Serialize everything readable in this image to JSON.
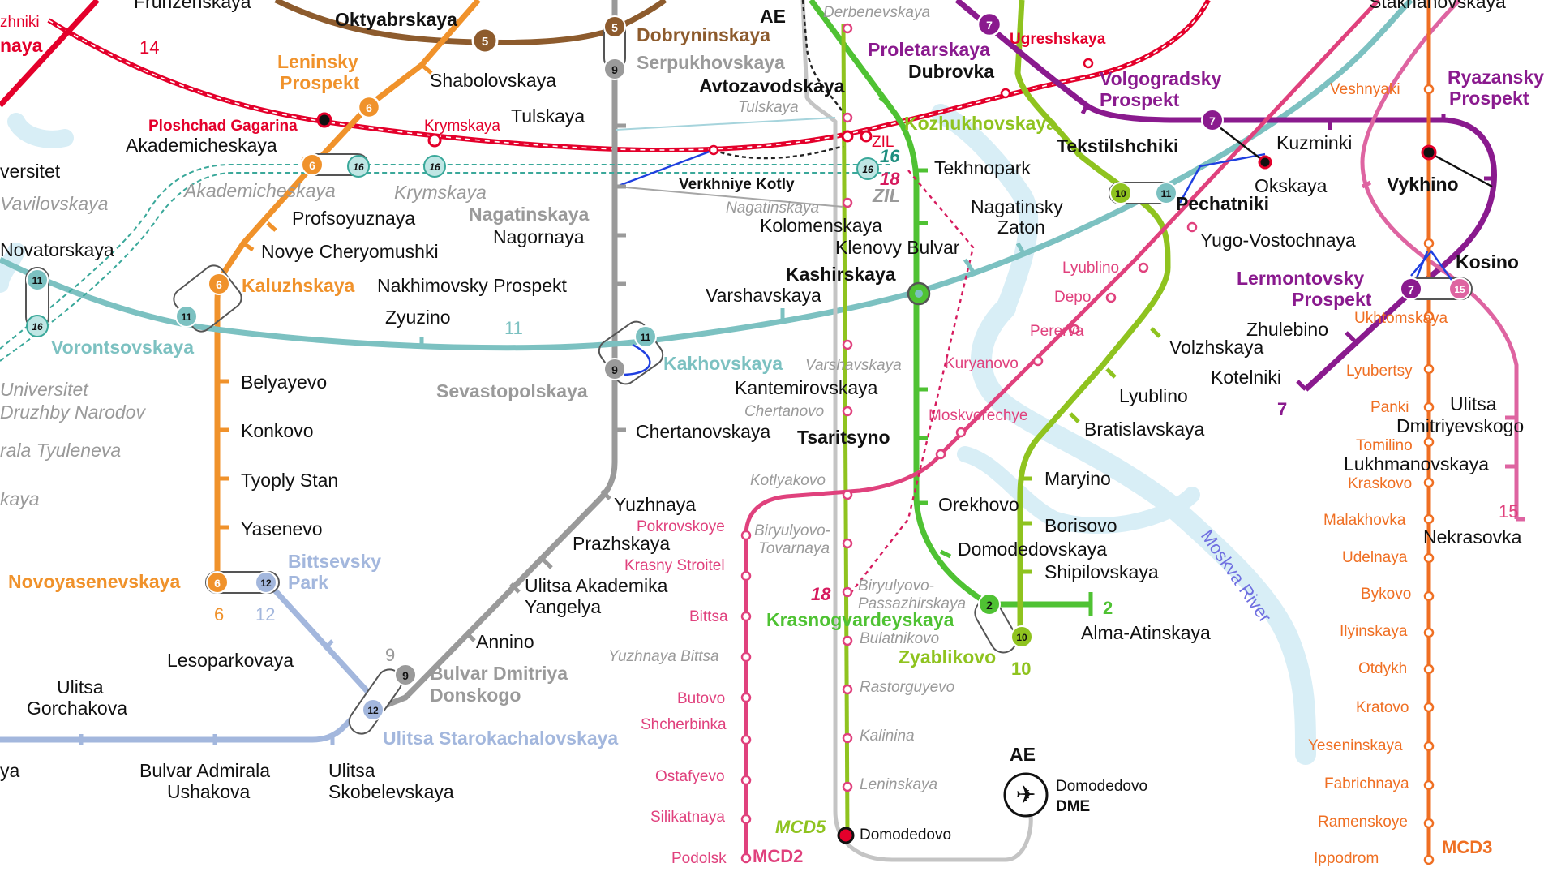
{
  "colors": {
    "line14_red": "#e4002b",
    "line6_orange": "#f0922b",
    "line5_brown": "#8d5b2d",
    "line7_purple": "#8a1a8e",
    "line2_green": "#4fc233",
    "line10_lime": "#8fc31f",
    "line11_teal": "#7cc1c1",
    "line12_lightblue": "#a3b7dd",
    "line9_gray": "#9a9a9a",
    "line15_pink": "#de64a1",
    "mcd2_pink": "#e0417d",
    "mcd3_orange": "#ef6f23",
    "mcd5_green": "#8fc31f",
    "river": "#d8eef6"
  },
  "badges": {
    "b5": "5",
    "b6": "6",
    "b7": "7",
    "b9": "9",
    "b10": "10",
    "b11": "11",
    "b12": "12",
    "b15": "15",
    "b16": "16",
    "b2": "2"
  },
  "line_labels": {
    "l14": "14",
    "l11": "11",
    "l6": "6",
    "l12": "12",
    "l9": "9",
    "l7": "7",
    "l15": "15",
    "l2": "2",
    "l10": "10",
    "l16": "16",
    "l18a": "18",
    "l18b": "18",
    "mcd2": "MCD2",
    "mcd3": "MCD3",
    "mcd5": "MCD5"
  },
  "river_label": "Moskva River",
  "stations": {
    "zhniki": "zhniki",
    "naya": "naya",
    "frunzenskaya": "Frunzenskaya",
    "oktyabrskaya": "Oktyabrskaya",
    "ae_top": "AE",
    "derbenevskaya": "Derbenevskaya",
    "ugreshskaya": "Ugreshskaya",
    "stakhanovskaya": "Stakhanovskaya",
    "leninsky1": "Leninsky",
    "leninsky2": "Prospekt",
    "shabolovskaya": "Shabolovskaya",
    "dobryninskaya": "Dobryninskaya",
    "serpukhovskaya": "Serpukhovskaya",
    "proletarskaya": "Proletarskaya",
    "dubrovka": "Dubrovka",
    "volgogradsky1": "Volgogradsky",
    "volgogradsky2": "Prospekt",
    "veshnyaki": "Veshnyaki",
    "ryazansky1": "Ryazansky",
    "ryazansky2": "Prospekt",
    "avtozavodskaya": "Avtozavodskaya",
    "tulskaya_mcd": "Tulskaya",
    "tulskaya": "Tulskaya",
    "ploshchad_gagarina": "Ploshchad Gagarina",
    "krymskaya_mcc": "Krymskaya",
    "kozhukhovskaya": "Kozhukhovskaya",
    "tekstilshchiki": "Tekstilshchiki",
    "kuzminki": "Kuzminki",
    "universitet": "versitet",
    "akademicheskaya": "Akademicheskaya",
    "zil_mcc": "ZIL",
    "zil_16": "ZIL",
    "tekhnopark": "Tekhnopark",
    "okskaya": "Okskaya",
    "vykhino": "Vykhino",
    "vavilovskaya": "Vavilovskaya",
    "akademicheskaya_16": "Akademicheskaya",
    "krymskaya_16": "Krymskaya",
    "verkhniye_kotly": "Verkhniye Kotly",
    "pechatniki": "Pechatniki",
    "profsoyuznaya": "Profsoyuznaya",
    "nagatinskaya": "Nagatinskaya",
    "nagatinskaya_mcd": "Nagatinskaya",
    "nagatinsky_zaton1": "Nagatinsky",
    "nagatinsky_zaton2": "Zaton",
    "nagornaya": "Nagornaya",
    "kolomenskaya": "Kolomenskaya",
    "yugo_vostochnaya": "Yugo-Vostochnaya",
    "novatorskaya": "Novatorskaya",
    "novye_cheryomushki": "Novye Cheryomushki",
    "klenovy_bulvar": "Klenovy Bulvar",
    "lyublino_mcd": "Lyublino",
    "kaluzhskaya": "Kaluzhskaya",
    "nakhimovsky": "Nakhimovsky Prospekt",
    "kashirskaya": "Kashirskaya",
    "kosino": "Kosino",
    "lermontovsky1": "Lermontovsky",
    "lermontovsky2": "Prospekt",
    "depo": "Depo",
    "varshavskaya": "Varshavskaya",
    "zyuzino": "Zyuzino",
    "ukhtomskaya": "Ukhtomskaya",
    "zhulebino": "Zhulebino",
    "perervа": "Pererva",
    "vorontsovskaya": "Vorontsovskaya",
    "volzhskaya": "Volzhskaya",
    "kakhovskaya": "Kakhovskaya",
    "varshavskaya_mcd": "Varshavskaya",
    "kuryanovo": "Kuryanovo",
    "lyuberty": "Lyubertsy",
    "kotelniki": "Kotelniki",
    "belyayevo": "Belyayevo",
    "universitet_druzhby1": "Universitet",
    "universitet_druzhby2": "Druzhby Narodov",
    "sevastopolskaya": "Sevastopolskaya",
    "kantemirovskaya": "Kantemirovskaya",
    "lyublino": "Lyublino",
    "panki": "Panki",
    "ulitsa_dmitriyevskogo1": "Ulitsa",
    "ulitsa_dmitriyevskogo2": "Dmitriyevskogo",
    "chertanovo_mcd": "Chertanovo",
    "moskvorechye": "Moskvorechye",
    "tomilino": "Tomilino",
    "konkovo": "Konkovo",
    "chertanovskaya": "Chertanovskaya",
    "tsaritsyno": "Tsaritsyno",
    "bratislavskaya": "Bratislavskaya",
    "lukhmanovskaya": "Lukhmanovskaya",
    "admirala_tyuleneva": "rala Tyuleneva",
    "kraskovo": "Kraskovo",
    "tyoply_stan": "Tyoply Stan",
    "kotlyakovo": "Kotlyakovo",
    "maryino": "Maryino",
    "kaya_left": "kaya",
    "yuzhnaya": "Yuzhnaya",
    "pokrovskoye": "Pokrovskoye",
    "biryulyovo_tov1": "Biryulyovo-",
    "biryulyovo_tov2": "Tovarnaya",
    "orekhovo": "Orekhovo",
    "malakhovka": "Malakhovka",
    "nekrasovka": "Nekrasovka",
    "yasenevo": "Yasenevo",
    "prazhskaya": "Prazhskaya",
    "borisovo": "Borisovo",
    "krasny_stroitel": "Krasny Stroitel",
    "domodedovskaya": "Domodedovskaya",
    "udelnaya": "Udelnaya",
    "novoyasenevskaya": "Novoyasenevskaya",
    "bittsevsky1": "Bittsevsky",
    "bittsevsky2": "Park",
    "ulitsa_yangelya1": "Ulitsa Akademika",
    "ulitsa_yangelya2": "Yangelya",
    "shipilovskaya": "Shipilovskaya",
    "bykovo": "Bykovo",
    "bittsa": "Bittsa",
    "biryulyovo_pass1": "Biryulyovo-",
    "biryulyovo_pass2": "Passazhirskaya",
    "krasnogvardeyskaya": "Krasnogvardeyskaya",
    "alma_atinskaya": "Alma-Atinskaya",
    "ilyinskaya": "Ilyinskaya",
    "annino": "Annino",
    "bulatnikovo": "Bulatnikovo",
    "yuzhnaya_bittsa": "Yuzhnaya Bittsa",
    "lesoparkovaya": "Lesoparkovaya",
    "zyablikovo": "Zyablikovo",
    "otdykh": "Otdykh",
    "ulitsa_gorchakova1": "Ulitsa",
    "ulitsa_gorchakova2": "Gorchakova",
    "bulvar_donskogo1": "Bulvar Dmitriya",
    "bulvar_donskogo2": "Donskogo",
    "rastorguyevo": "Rastorguyevo",
    "butovo": "Butovo",
    "kratovo": "Kratovo",
    "shcherbinka": "Shcherbinka",
    "ulitsa_starokachalovskaya": "Ulitsa Starokachalovskaya",
    "kalinina": "Kalinina",
    "yeseninskaya": "Yeseninskaya",
    "ae_bottom": "AE",
    "domodedovo_dme1": "Domodedovo",
    "domodedovo_dme2": "DME",
    "ostafyevo": "Ostafyevo",
    "leninskaya": "Leninskaya",
    "fabrichnaya": "Fabrichnaya",
    "yaya_left": "ya",
    "bulvar_ushakova1": "Bulvar Admirala",
    "bulvar_ushakova2": "Ushakova",
    "ulitsa_skobelevskaya1": "Ulitsa",
    "ulitsa_skobelevskaya2": "Skobelevskaya",
    "silikatnaya": "Silikatnaya",
    "ramenskoye": "Ramenskoye",
    "domodedovo_mcd": "Domodedovo",
    "podolsk": "Podolsk",
    "ippodrom": "Ippodrom"
  }
}
